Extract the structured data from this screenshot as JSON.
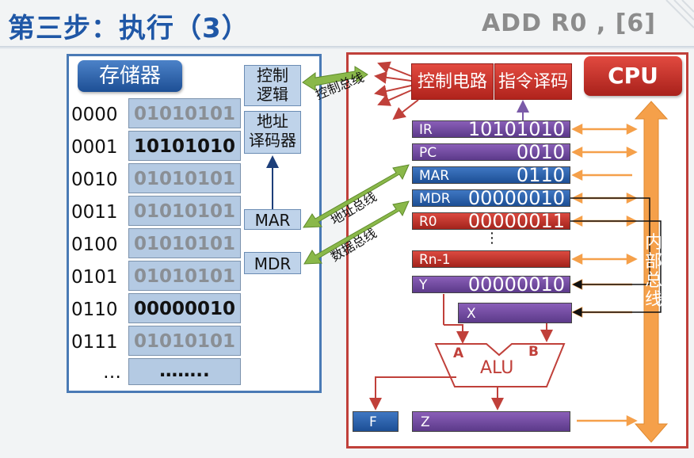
{
  "header": {
    "title": "第三步：执行（3）",
    "instruction": "ADD  R0 , [6]"
  },
  "memory": {
    "title": "存储器",
    "rows": [
      {
        "address": "0000",
        "value": "01010101",
        "highlight": false
      },
      {
        "address": "0001",
        "value": "10101010",
        "highlight": true
      },
      {
        "address": "0010",
        "value": "01010101",
        "highlight": false
      },
      {
        "address": "0011",
        "value": "01010101",
        "highlight": false
      },
      {
        "address": "0100",
        "value": "01010101",
        "highlight": false
      },
      {
        "address": "0101",
        "value": "01010101",
        "highlight": false
      },
      {
        "address": "0110",
        "value": "00000010",
        "highlight": true
      },
      {
        "address": "0111",
        "value": "01010101",
        "highlight": false
      },
      {
        "address": "…",
        "value": "……..",
        "highlight": true
      }
    ],
    "control_logic": "控制\n逻辑",
    "address_decoder": "地址\n译码器",
    "mar": "MAR",
    "mdr": "MDR"
  },
  "buses": {
    "control": "控制总线",
    "address": "地址总线",
    "data": "数据总线",
    "internal": "内部总线"
  },
  "cpu": {
    "title": "CPU",
    "control_circuit": "控制电路",
    "instruction_decoder": "指令译码",
    "registers": [
      {
        "name": "IR",
        "value": "10101010"
      },
      {
        "name": "PC",
        "value": "0010"
      },
      {
        "name": "MAR",
        "value": "0110"
      },
      {
        "name": "MDR",
        "value": "00000010"
      },
      {
        "name": "R0",
        "value": "00000011"
      },
      {
        "name": "Rn-1",
        "value": ""
      },
      {
        "name": "Y",
        "value": "00000010"
      },
      {
        "name": "X",
        "value": ""
      }
    ],
    "dots": "⋮",
    "alu": {
      "label": "ALU",
      "input_a": "A",
      "input_b": "B"
    },
    "flags": "F",
    "z": "Z"
  },
  "colors": {
    "title_blue": "#1f57a6",
    "memory_border": "#4a7ab5",
    "cpu_border": "#c0403a",
    "bus_green": "#7dab3c",
    "internal_bus_orange": "#f5a04a"
  }
}
